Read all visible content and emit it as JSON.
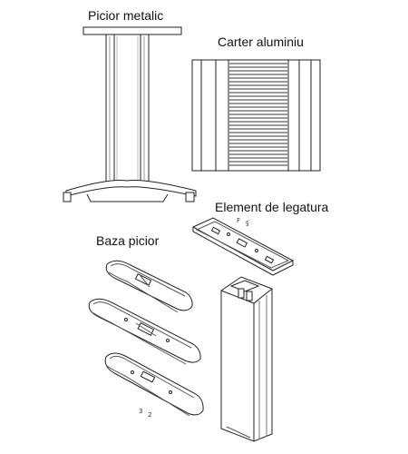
{
  "labels": {
    "picior_metalic": "Picior metalic",
    "carter_aluminiu": "Carter aluminiu",
    "element_legatura": "Element de legatura",
    "baza_picior": "Baza picior"
  },
  "colors": {
    "line": "#222222",
    "light": "#bdbdbd",
    "fill": "#ffffff"
  }
}
